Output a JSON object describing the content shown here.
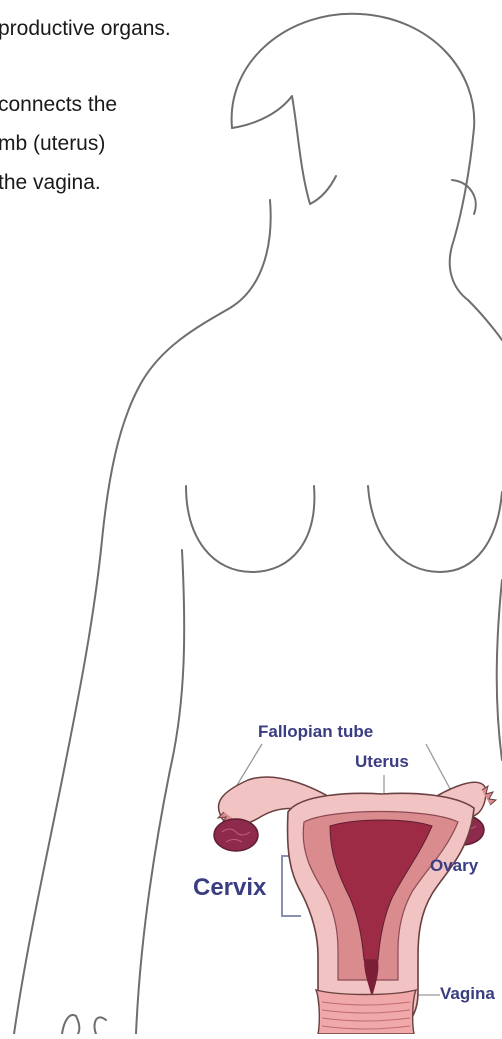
{
  "intro": {
    "line1": "productive organs.",
    "line2": "connects the",
    "line3": "mb (uterus)",
    "line4": "the vagina."
  },
  "labels": {
    "fallopian_tube": "Fallopian tube",
    "uterus": "Uterus",
    "ovary": "Ovary",
    "cervix": "Cervix",
    "vagina": "Vagina"
  },
  "colors": {
    "body_outline": "#6e6e6e",
    "label_text": "#3a3d82",
    "tissue_light": "#f2c3c3",
    "tissue_mid": "#d98b8e",
    "tissue_dark": "#9e2b45",
    "ovary": "#8e2a4b"
  }
}
